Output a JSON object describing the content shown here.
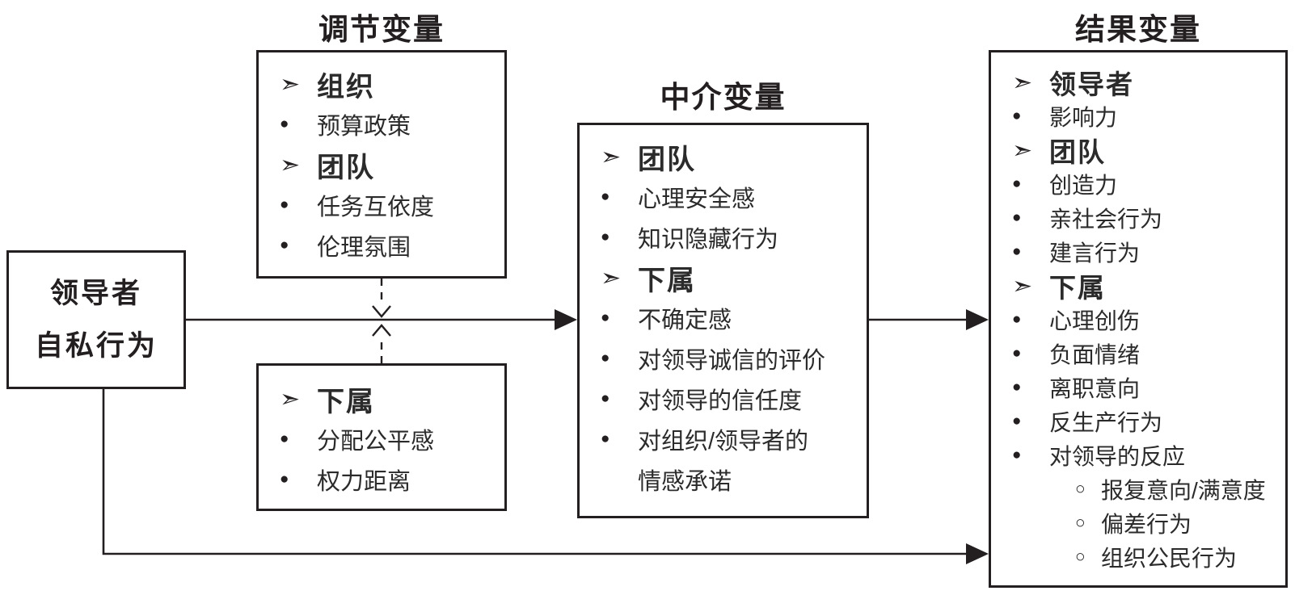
{
  "titles": {
    "moderator": "调节变量",
    "mediator": "中介变量",
    "outcome": "结果变量"
  },
  "markers": {
    "group": "➣",
    "item": "●",
    "subitem": "○"
  },
  "colors": {
    "ink": "#231f20",
    "background": "#ffffff"
  },
  "antecedent_box": {
    "line1": "领导者",
    "line2": "自私行为"
  },
  "moderator_top_box": {
    "rows": [
      {
        "kind": "group",
        "text": "组织"
      },
      {
        "kind": "item",
        "text": "预算政策"
      },
      {
        "kind": "group",
        "text": "团队"
      },
      {
        "kind": "item",
        "text": "任务互依度"
      },
      {
        "kind": "item",
        "text": "伦理氛围"
      }
    ]
  },
  "moderator_bottom_box": {
    "rows": [
      {
        "kind": "group",
        "text": "下属"
      },
      {
        "kind": "item",
        "text": "分配公平感"
      },
      {
        "kind": "item",
        "text": "权力距离"
      }
    ]
  },
  "mediator_box": {
    "rows": [
      {
        "kind": "group",
        "text": "团队"
      },
      {
        "kind": "item",
        "text": "心理安全感"
      },
      {
        "kind": "item",
        "text": "知识隐藏行为"
      },
      {
        "kind": "group",
        "text": "下属"
      },
      {
        "kind": "item",
        "text": "不确定感"
      },
      {
        "kind": "item",
        "text": "对领导诚信的评价"
      },
      {
        "kind": "item",
        "text": "对领导的信任度"
      },
      {
        "kind": "item",
        "text": "对组织/领导者的"
      },
      {
        "kind": "cont",
        "text": "情感承诺"
      }
    ]
  },
  "outcome_box": {
    "rows": [
      {
        "kind": "group",
        "text": "领导者"
      },
      {
        "kind": "item",
        "text": "影响力"
      },
      {
        "kind": "group",
        "text": "团队"
      },
      {
        "kind": "item",
        "text": "创造力"
      },
      {
        "kind": "item",
        "text": "亲社会行为"
      },
      {
        "kind": "item",
        "text": "建言行为"
      },
      {
        "kind": "group",
        "text": "下属"
      },
      {
        "kind": "item",
        "text": "心理创伤"
      },
      {
        "kind": "item",
        "text": "负面情绪"
      },
      {
        "kind": "item",
        "text": "离职意向"
      },
      {
        "kind": "item",
        "text": "反生产行为"
      },
      {
        "kind": "item",
        "text": "对领导的反应"
      },
      {
        "kind": "subitem",
        "text": "报复意向/满意度"
      },
      {
        "kind": "subitem",
        "text": "偏差行为"
      },
      {
        "kind": "subitem",
        "text": "组织公民行为"
      }
    ]
  }
}
